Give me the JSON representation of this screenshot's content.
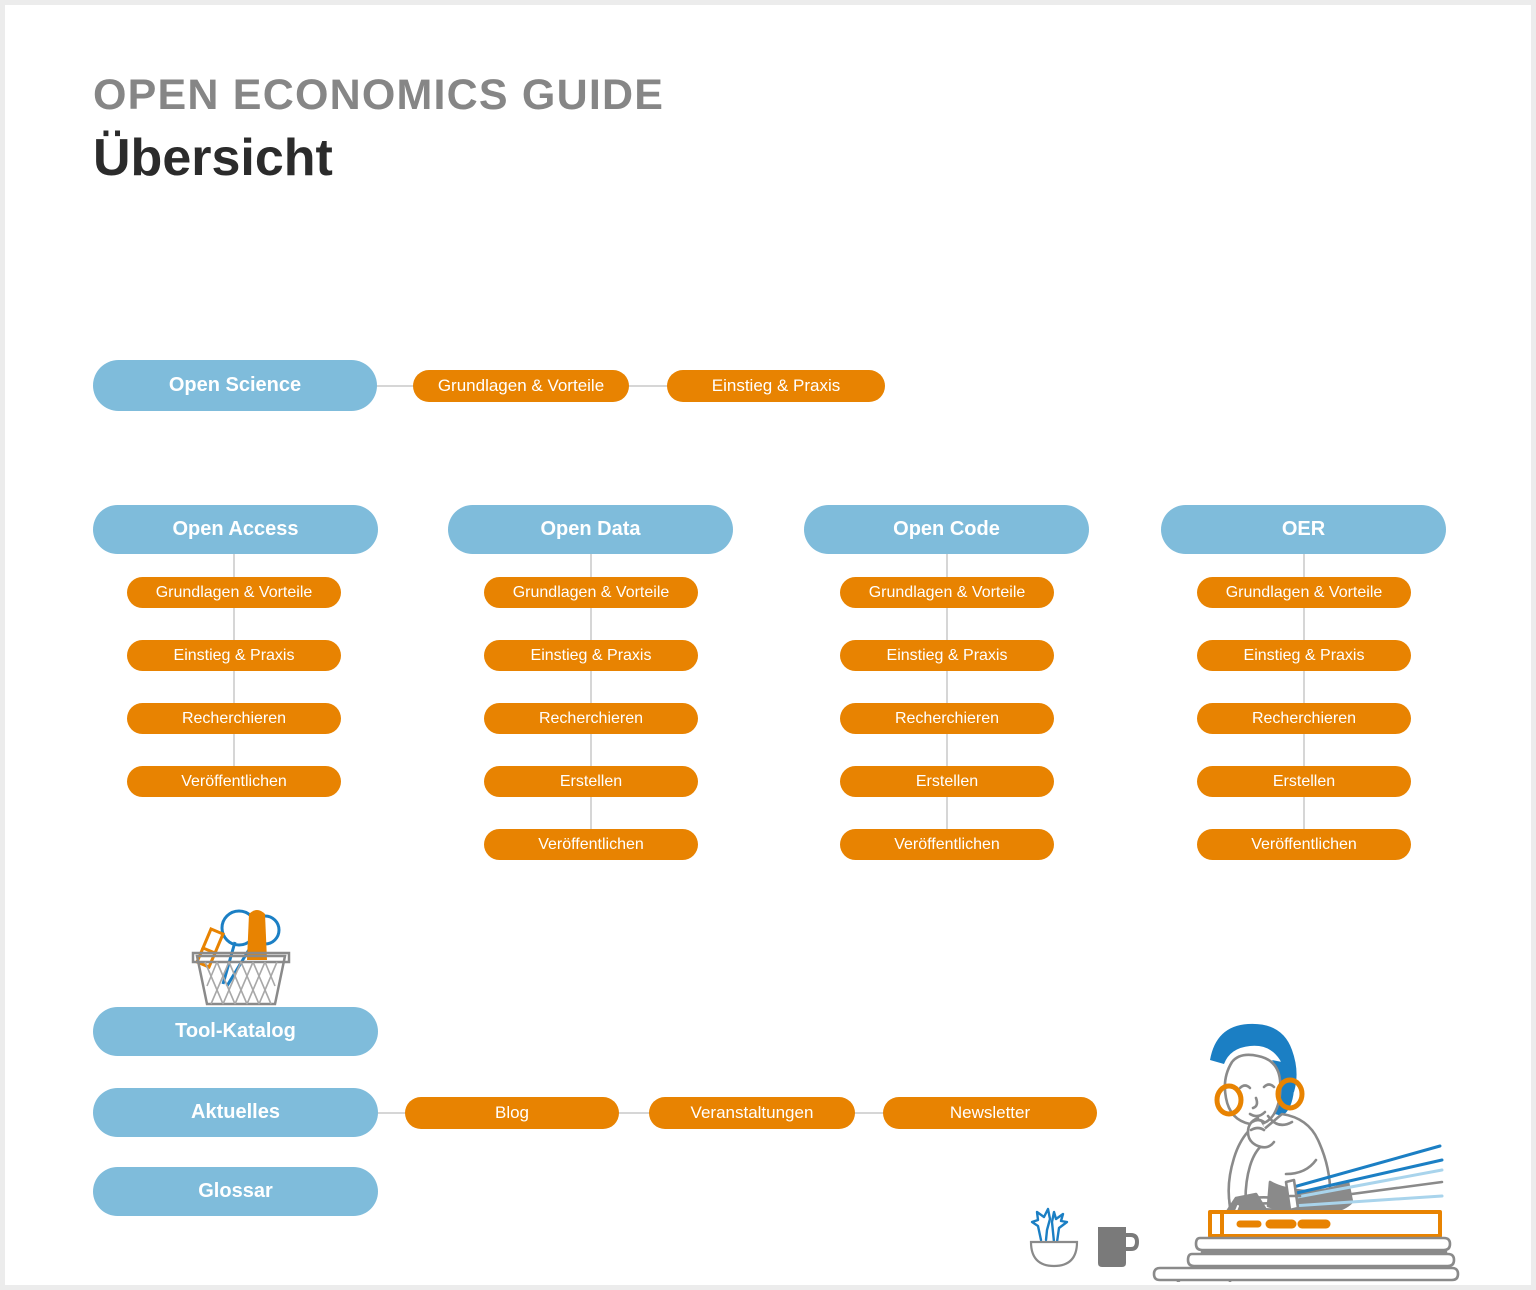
{
  "header": {
    "eyebrow": "OPEN ECONOMICS GUIDE",
    "title": "Übersicht"
  },
  "colors": {
    "blue": "#7fbcdb",
    "orange": "#e88301",
    "connector": "#d6d6d6",
    "eyebrow_gray": "#868686",
    "title_dark": "#2b2b2b",
    "frame_gray": "#ececec"
  },
  "top_row": {
    "root": "Open Science",
    "children": [
      "Grundlagen & Vorteile",
      "Einstieg & Praxis"
    ]
  },
  "columns": [
    {
      "title": "Open Access",
      "items": [
        "Grundlagen & Vorteile",
        "Einstieg & Praxis",
        "Recherchieren",
        "Veröffentlichen"
      ]
    },
    {
      "title": "Open Data",
      "items": [
        "Grundlagen & Vorteile",
        "Einstieg & Praxis",
        "Recherchieren",
        "Erstellen",
        "Veröffentlichen"
      ]
    },
    {
      "title": "Open Code",
      "items": [
        "Grundlagen & Vorteile",
        "Einstieg & Praxis",
        "Recherchieren",
        "Erstellen",
        "Veröffentlichen"
      ]
    },
    {
      "title": "OER",
      "items": [
        "Grundlagen & Vorteile",
        "Einstieg & Praxis",
        "Recherchieren",
        "Erstellen",
        "Veröffentlichen"
      ]
    }
  ],
  "bottom_rows": [
    {
      "title": "Tool-Katalog",
      "children": []
    },
    {
      "title": "Aktuelles",
      "children": [
        "Blog",
        "Veranstaltungen",
        "Newsletter"
      ]
    },
    {
      "title": "Glossar",
      "children": []
    }
  ],
  "illustrations": [
    {
      "name": "pencil-basket-illustration"
    },
    {
      "name": "plant-bowl-illustration"
    },
    {
      "name": "coffee-mug-illustration"
    },
    {
      "name": "woman-on-books-illustration"
    }
  ]
}
